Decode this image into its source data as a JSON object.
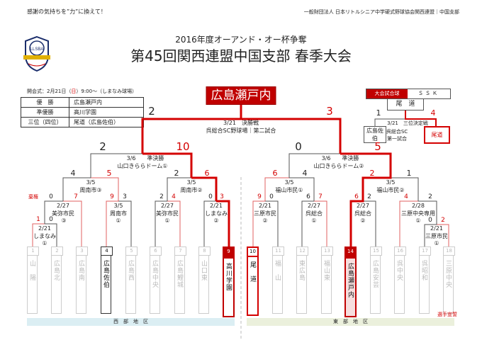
{
  "header": {
    "slogan": "感謝の気持ちを”力”に換えて！",
    "org": "一般財団法人 日本リトルシニア中学硬式野球協会関西連盟｜中国支部",
    "title_sub": "2016年度オーアンド・オー杯争奪",
    "title_main": "第45回関西連盟中国支部 春季大会",
    "opening_pre": "開会式：2月21日（",
    "opening_day": "日",
    "opening_post": "）9:00～（しまなみ球場）",
    "ball_label": "大会試合球",
    "ball_value": "ＳＳＫ",
    "logo_text": "LLSBA"
  },
  "results": [
    {
      "label": "優　勝",
      "value": "広島瀬戸内"
    },
    {
      "label": "準優勝",
      "value": "高川学園"
    },
    {
      "label": "三位（四位）",
      "value": "尾道（広島佐伯）"
    }
  ],
  "champion": "広島瀬戸内",
  "final": {
    "date": "3/21　決勝戦",
    "venue": "呉総合SC野球場｜第二試合",
    "score_left": "2",
    "score_right": "3"
  },
  "third": {
    "winner": "尾　道",
    "date": "3/21　三位決定戦",
    "venue1": "呉総合SC",
    "venue2": "第一試合",
    "score_left": "1",
    "score_right": "4",
    "team_left": "広島佐伯",
    "team_right": "尾道"
  },
  "semis": [
    {
      "date": "3/6　　準決勝",
      "venue": "山口きららドーム①",
      "score_left": "2",
      "score_right": "10"
    },
    {
      "date": "3/6　　準決勝",
      "venue": "山口きららドーム②",
      "score_left": "0",
      "score_right": "5"
    }
  ],
  "games": {
    "a": {
      "date": "2/21",
      "venue": "しまなみ",
      "num": "①",
      "sl": "1",
      "sr": "0"
    },
    "b": {
      "date": "2/27",
      "venue": "美弥市民",
      "num": "③",
      "sl": "0",
      "sr": "7",
      "note": "棄権"
    },
    "c": {
      "date": "3/5",
      "venue": "周南市",
      "num": "①",
      "sl": "9",
      "sr": "3"
    },
    "d": {
      "date": "3/5",
      "venue": "周南市③",
      "sl": "4",
      "sr": "5"
    },
    "e": {
      "date": "2/27",
      "venue": "美弥市民",
      "num": "①",
      "sl": "2",
      "sr": "4"
    },
    "f": {
      "date": "2/21",
      "venue": "しまなみ",
      "num": "②",
      "sl": "0",
      "sr": "3"
    },
    "g": {
      "date": "3/5",
      "venue": "周南市②",
      "sl": "2",
      "sr": "6"
    },
    "h": {
      "date": "2/21",
      "venue": "三原市民",
      "num": "②",
      "sl": "9",
      "sr": "0"
    },
    "i": {
      "date": "2/27",
      "venue": "呉総合",
      "num": "①",
      "sl": "6",
      "sr": "7"
    },
    "j": {
      "date": "3/5",
      "venue": "福山市民①",
      "sl": "6",
      "sr": "4"
    },
    "k": {
      "date": "2/27",
      "venue": "呉総合",
      "num": "②",
      "sl": "6",
      "sr": "2"
    },
    "l": {
      "date": "2/28",
      "venue": "三原中央専用",
      "num": "①",
      "sl": "4",
      "sr": "2"
    },
    "m": {
      "date": "2/21",
      "venue": "三原市民",
      "num": "①",
      "sl": "0",
      "sr": "2"
    },
    "n": {
      "date": "3/5",
      "venue": "福山市民②",
      "sl": "2",
      "sr": "1"
    }
  },
  "bye_marks": {
    "left": "①",
    "right": "①"
  },
  "teams": [
    {
      "no": "1",
      "name": "山　陽"
    },
    {
      "no": "2",
      "name": "広島北"
    },
    {
      "no": "3",
      "name": "広島南"
    },
    {
      "no": "4",
      "name": "広島佐伯"
    },
    {
      "no": "5",
      "name": "広島西"
    },
    {
      "no": "6",
      "name": "広島中央"
    },
    {
      "no": "7",
      "name": "広島鯉城"
    },
    {
      "no": "8",
      "name": "山口東"
    },
    {
      "no": "9",
      "name": "高川学園"
    },
    {
      "no": "10",
      "name": "尾　道"
    },
    {
      "no": "11",
      "name": "福　山"
    },
    {
      "no": "12",
      "name": "東広島"
    },
    {
      "no": "13",
      "name": "福山東"
    },
    {
      "no": "14",
      "name": "広島瀬戸内"
    },
    {
      "no": "15",
      "name": "広島安芸"
    },
    {
      "no": "16",
      "name": "呉中央"
    },
    {
      "no": "17",
      "name": "呉昭和"
    },
    {
      "no": "18",
      "name": "三原中央"
    }
  ],
  "oath": "選手宣誓",
  "regions": {
    "west": "西　部　地　区",
    "east": "東　部　地　区"
  },
  "colors": {
    "red": "#d40000",
    "west_bg": "#dbeef3",
    "east_bg": "#ebf0dc"
  }
}
